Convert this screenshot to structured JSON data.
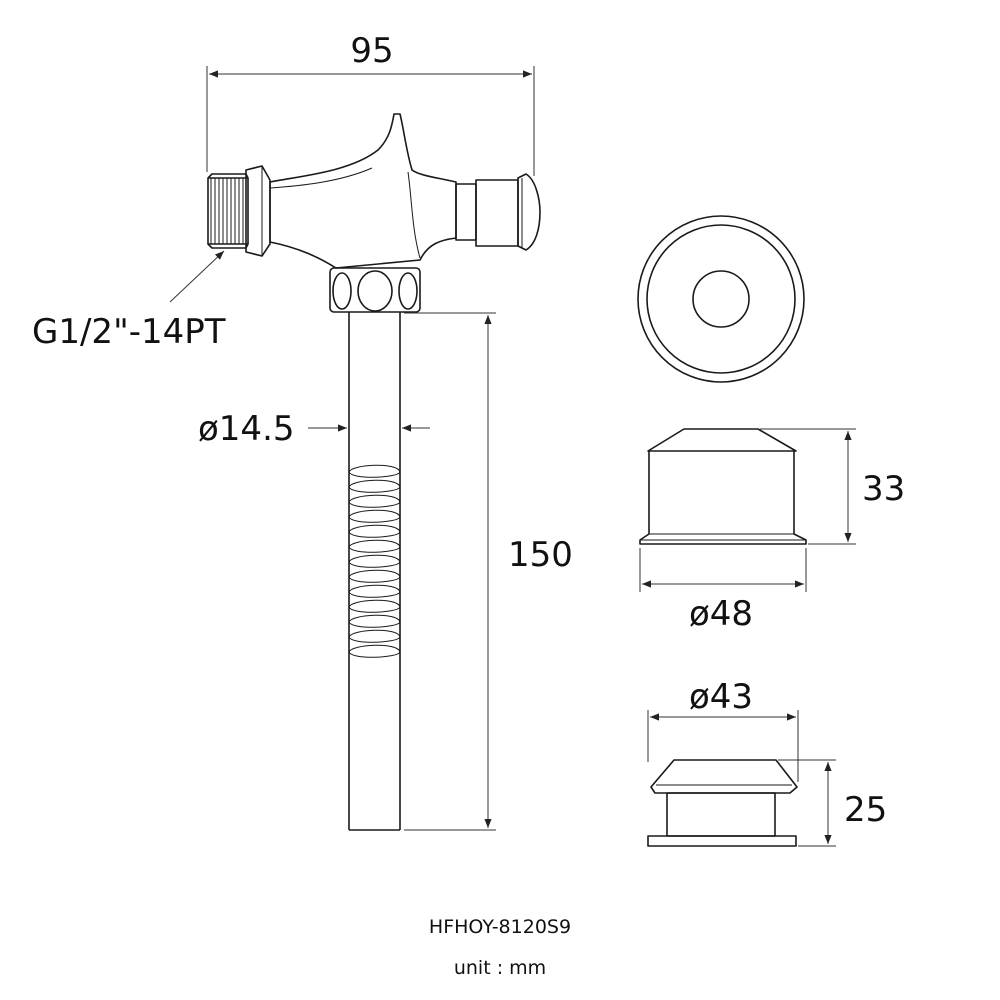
{
  "dimensions": {
    "overall_width": "95",
    "thread_spec": "G1/2\"-14PT",
    "pipe_diameter": "ø14.5",
    "pipe_length": "150",
    "cover_height": "33",
    "cover_diameter": "ø48",
    "button_diameter": "ø43",
    "button_height": "25"
  },
  "caption": {
    "model": "HFHOY-8120S9",
    "unit": "unit : mm"
  }
}
